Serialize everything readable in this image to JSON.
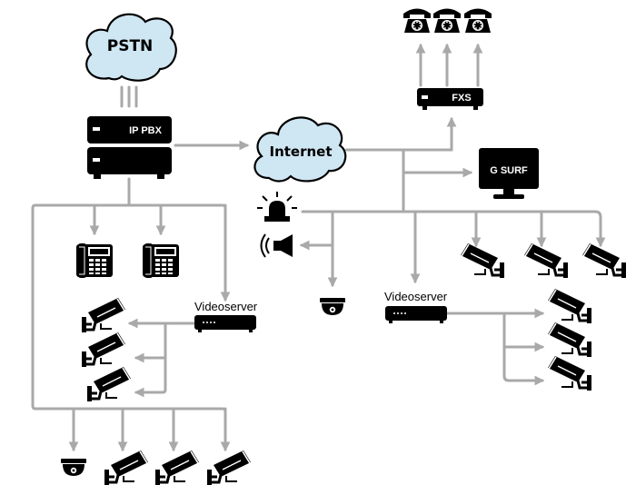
{
  "clouds": {
    "pstn": "PSTN",
    "internet": "Internet"
  },
  "devices": {
    "pbx_label": "IP PBX",
    "fxs_label": "FXS",
    "monitor_label": "G SURF",
    "videoserver_left": "Videoserver",
    "videoserver_right": "Videoserver"
  },
  "icons": {
    "phone": "desk-phone-icon",
    "analog_phone": "analog-phone-icon",
    "camera": "bullet-camera-icon",
    "dome": "dome-camera-icon",
    "siren": "alarm-light-icon",
    "speaker": "loudspeaker-icon"
  },
  "colors": {
    "wire": "#a9a9a9",
    "cloud": "#cfe6f3",
    "device": "#000000"
  }
}
